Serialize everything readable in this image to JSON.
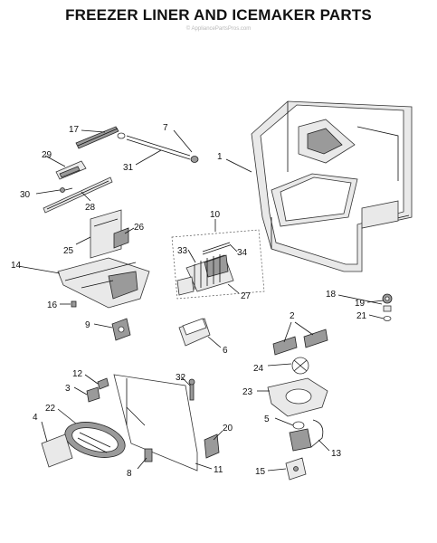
{
  "title": "FREEZER LINER AND ICEMAKER PARTS",
  "watermark": "© AppliancePartsPros.com",
  "callouts": {
    "c1": "1",
    "c2": "2",
    "c3": "3",
    "c4": "4",
    "c5": "5",
    "c6": "6",
    "c7": "7",
    "c8": "8",
    "c9": "9",
    "c10": "10",
    "c11": "11",
    "c12": "12",
    "c13": "13",
    "c14": "14",
    "c15": "15",
    "c16": "16",
    "c17": "17",
    "c18": "18",
    "c19": "19",
    "c20": "20",
    "c21": "21",
    "c22": "22",
    "c23": "23",
    "c24": "24",
    "c25": "25",
    "c26": "26",
    "c27": "27",
    "c28": "28",
    "c29": "29",
    "c30": "30",
    "c31": "31",
    "c32": "32",
    "c33": "33",
    "c34": "34"
  }
}
